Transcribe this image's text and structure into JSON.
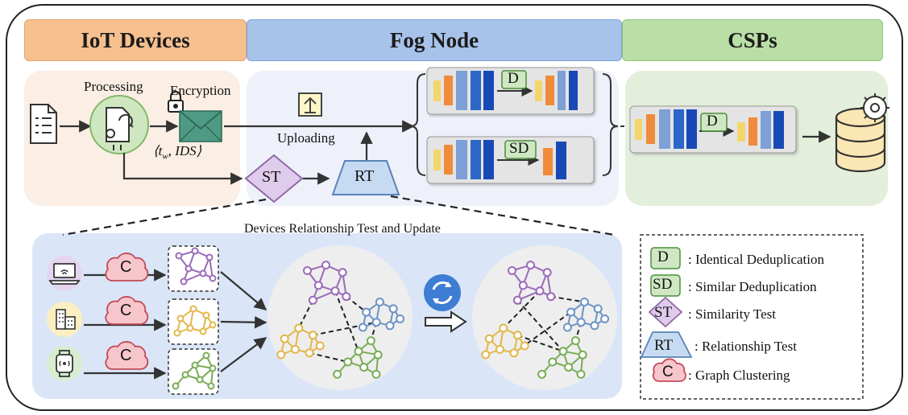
{
  "headers": {
    "iot": "IoT Devices",
    "fog": "Fog Node",
    "csp": "CSPs"
  },
  "iot_panel": {
    "processing": "Processing",
    "encryption": "Encryption",
    "tuple": "⟨t",
    "tuple_sub": "w",
    "tuple_rest": ", IDS⟩"
  },
  "fog_panel": {
    "uploading": "Uploading",
    "st": "ST",
    "rt": "RT",
    "d_badge": "D",
    "sd_badge": "SD"
  },
  "csp_panel": {
    "d_badge": "D"
  },
  "relationship_panel": {
    "title": "Devices Relationship Test and Update",
    "cluster_label": "C"
  },
  "legend": {
    "items": [
      {
        "symbol": "D",
        "text": ": Identical Deduplication"
      },
      {
        "symbol": "SD",
        "text": ": Similar Deduplication"
      },
      {
        "symbol": "ST",
        "text": ": Similarity Test"
      },
      {
        "symbol": "RT",
        "text": ": Relationship Test"
      },
      {
        "symbol": "C",
        "text": ": Graph Clustering"
      }
    ]
  },
  "colors": {
    "iot_header": "#f6c08f",
    "fog_header": "#a8c3ea",
    "csp_header": "#b9dea6",
    "iot_panel": "#fbeee4",
    "fog_panel": "#eef1fa",
    "csp_panel": "#e3efdb",
    "relationship_panel": "#dae6f7",
    "purple": "#9b6bb8",
    "yellow": "#e2b74a",
    "green": "#78ad56",
    "blue": "#6c93c6"
  }
}
